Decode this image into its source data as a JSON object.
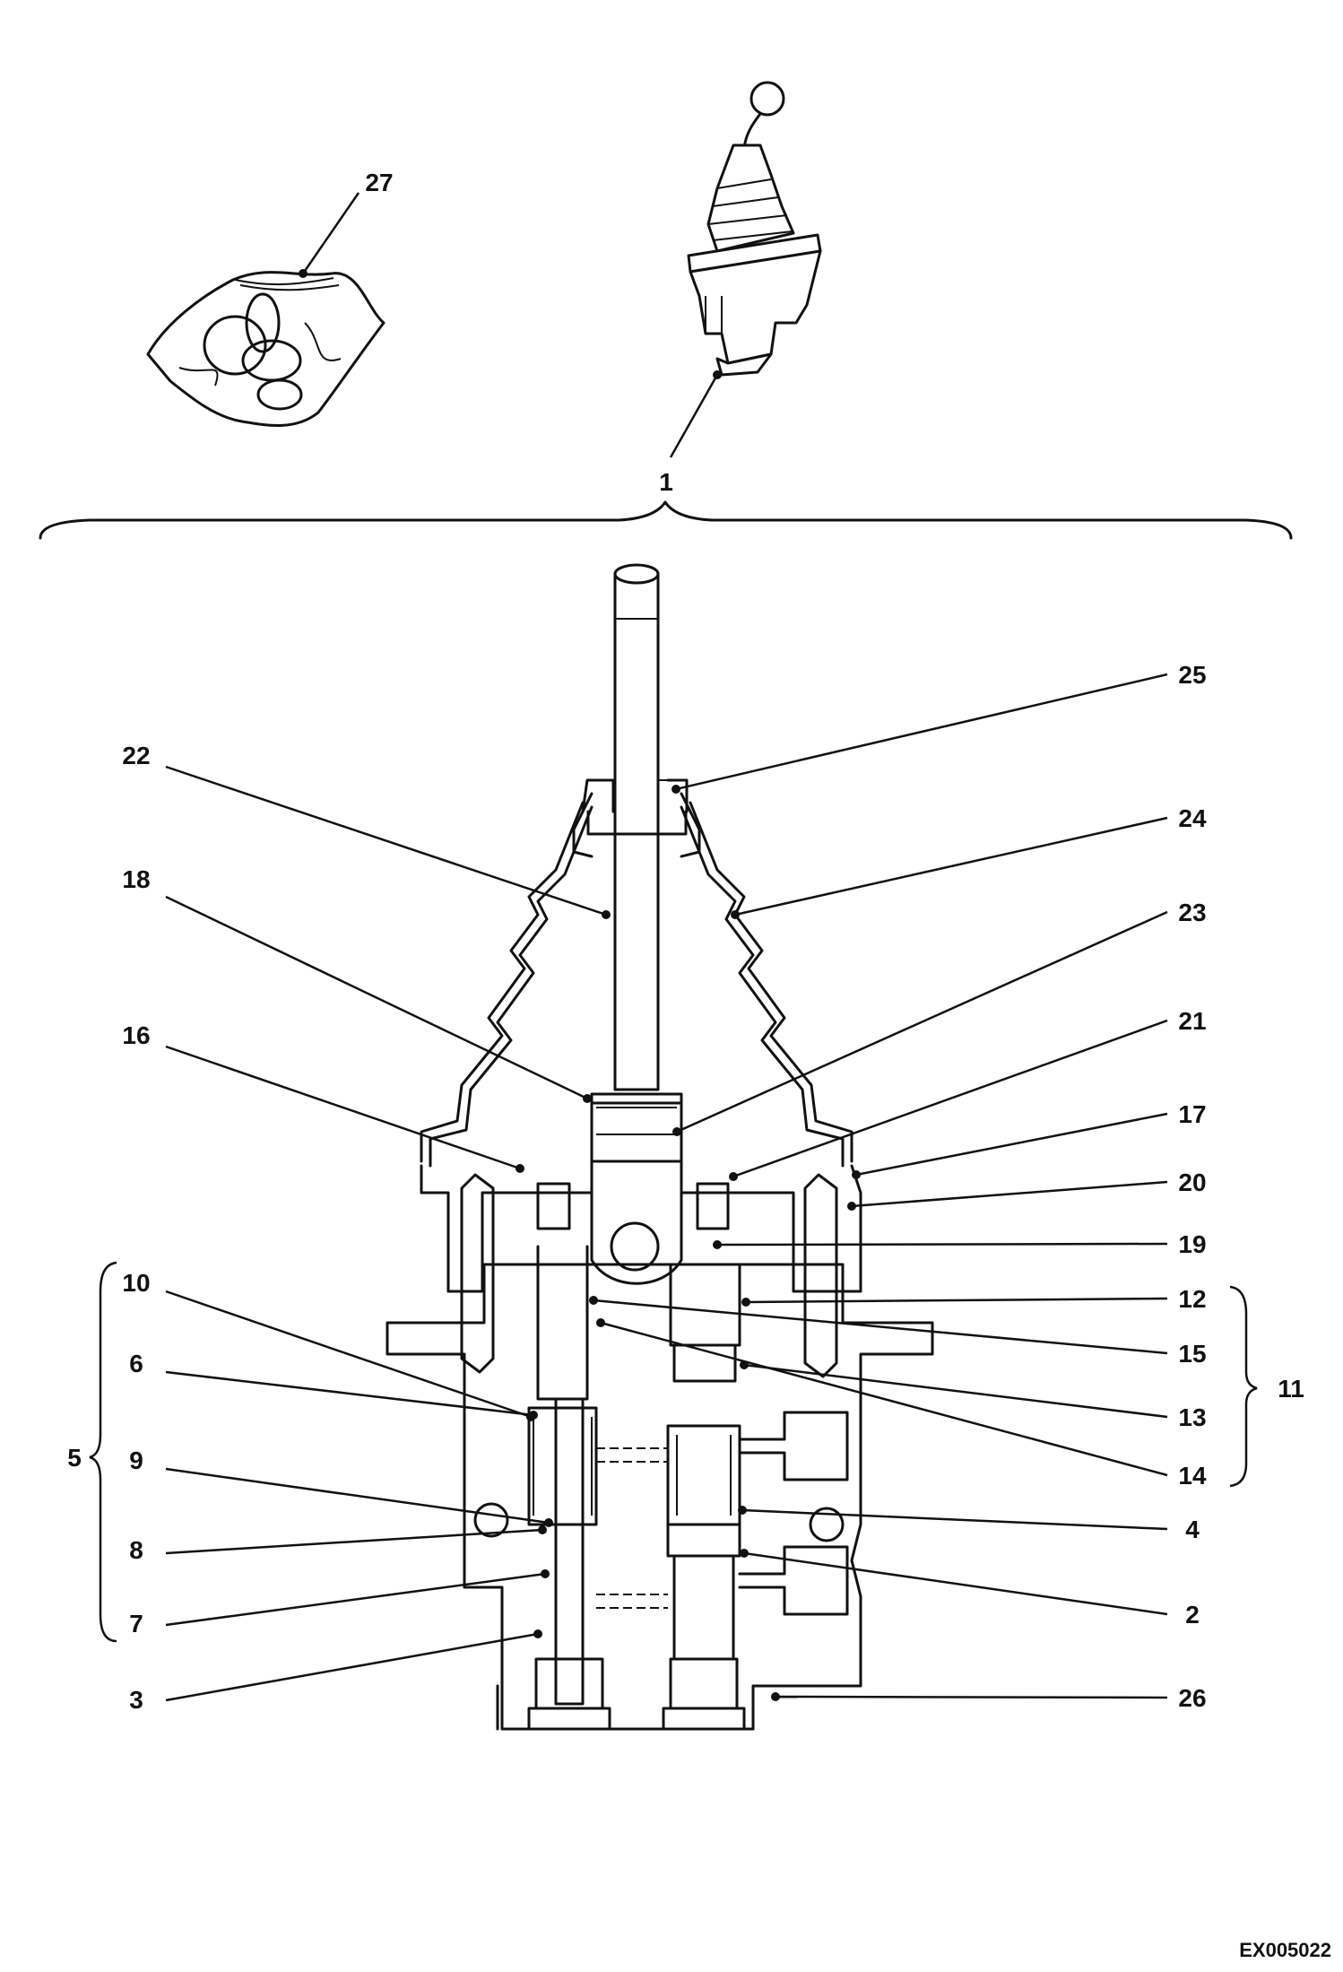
{
  "drawing_id": "EX005022",
  "callouts": [
    {
      "label": "1"
    },
    {
      "label": "2"
    },
    {
      "label": "3"
    },
    {
      "label": "4"
    },
    {
      "label": "5"
    },
    {
      "label": "6"
    },
    {
      "label": "7"
    },
    {
      "label": "8"
    },
    {
      "label": "9"
    },
    {
      "label": "10"
    },
    {
      "label": "11"
    },
    {
      "label": "12"
    },
    {
      "label": "13"
    },
    {
      "label": "14"
    },
    {
      "label": "15"
    },
    {
      "label": "16"
    },
    {
      "label": "17"
    },
    {
      "label": "18"
    },
    {
      "label": "19"
    },
    {
      "label": "20"
    },
    {
      "label": "21"
    },
    {
      "label": "22"
    },
    {
      "label": "23"
    },
    {
      "label": "24"
    },
    {
      "label": "25"
    },
    {
      "label": "26"
    },
    {
      "label": "27"
    }
  ]
}
